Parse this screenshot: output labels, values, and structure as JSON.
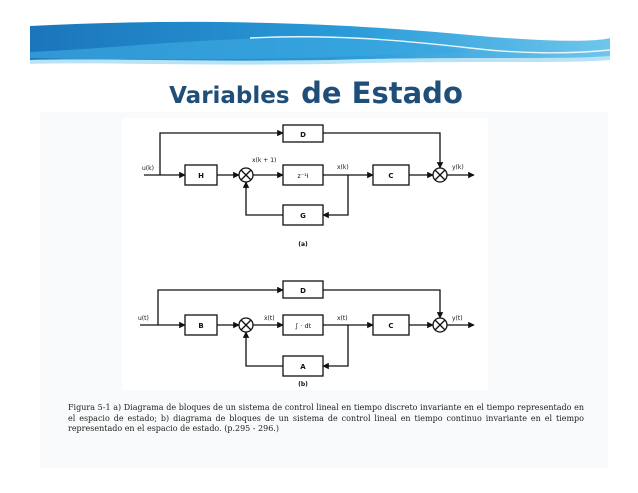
{
  "slide": {
    "title_part1": "Variables",
    "title_part2": "de Estado",
    "caption": "Figura 5-1 a) Diagrama de bloques de un sistema de control lineal en tiempo discreto invariante en el tiempo representado en el espacio de estado; b) diagrama de bloques de un sistema de control lineal en tiempo continuo invariante en el tiempo representado en el espacio de estado. (p.295 - 296.)"
  },
  "diagram_a": {
    "blocks": {
      "d": "D",
      "h": "H",
      "delay": "z⁻¹I",
      "c": "C",
      "g": "G"
    },
    "signals": {
      "input": "u(k)",
      "state_next": "x(k + 1)",
      "state": "x(k)",
      "output": "y(k)"
    },
    "label": "(a)"
  },
  "diagram_b": {
    "blocks": {
      "d": "D",
      "b": "B",
      "integrator": "∫ · dt",
      "c": "C",
      "a": "A"
    },
    "signals": {
      "input": "u(t)",
      "state_dot": "ẋ(t)",
      "state": "x(t)",
      "output": "y(t)"
    },
    "label": "(b)"
  },
  "colors": {
    "title": "#1f4e79",
    "banner_dark": "#1b75bb",
    "banner_light": "#6fc6ec"
  }
}
